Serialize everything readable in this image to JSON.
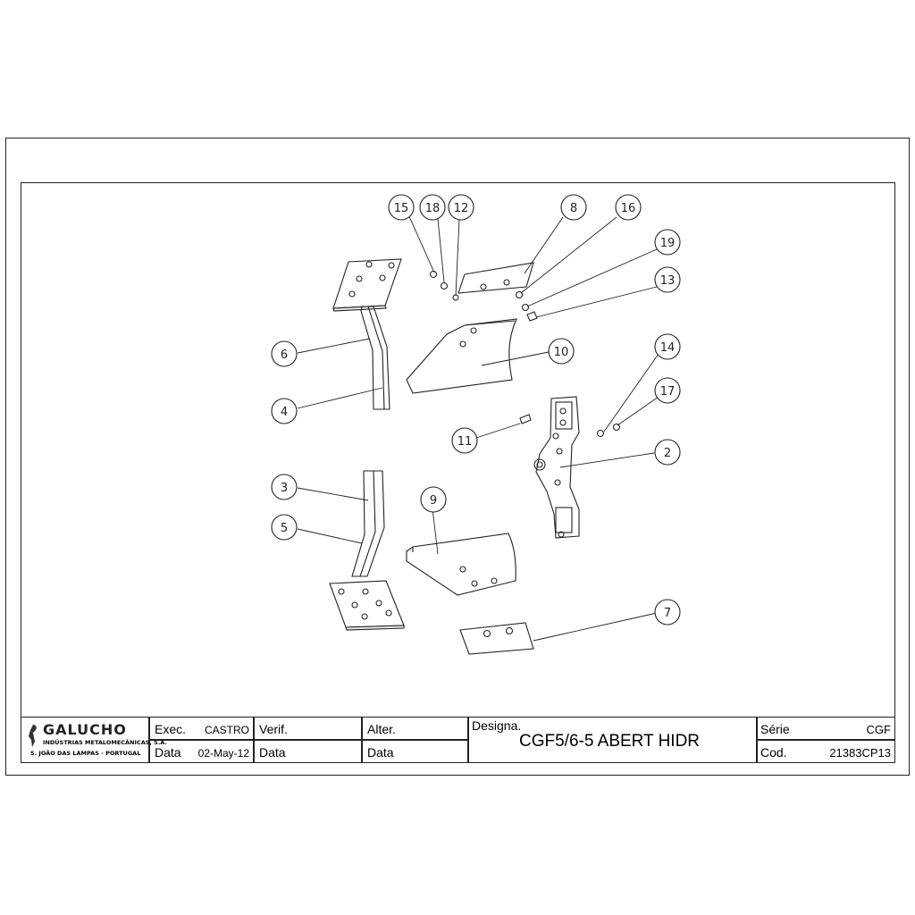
{
  "balloons": [
    "15",
    "18",
    "12",
    "8",
    "16",
    "19",
    "13",
    "6",
    "10",
    "4",
    "14",
    "17",
    "11",
    "2",
    "3",
    "9",
    "5",
    "7"
  ],
  "title_block": {
    "company": "GALUCHO",
    "company_line1": "INDÚSTRIAS METALOMECÂNICAS, S.A.",
    "company_line2": "S. JOÃO DAS LAMPAS - PORTUGAL",
    "exec_label": "Exec.",
    "exec_value": "CASTRO",
    "data_label": "Data",
    "data_value": "02-May-12",
    "verif_label": "Verif.",
    "verif_data_label": "Data",
    "alter_label": "Alter.",
    "alter_data_label": "Data",
    "designa_label": "Designa.",
    "designation": "CGF5/6-5 ABERT HIDR",
    "serie_label": "Série",
    "serie_value": "CGF",
    "cod_label": "Cod.",
    "cod_value": "21383CP13"
  }
}
